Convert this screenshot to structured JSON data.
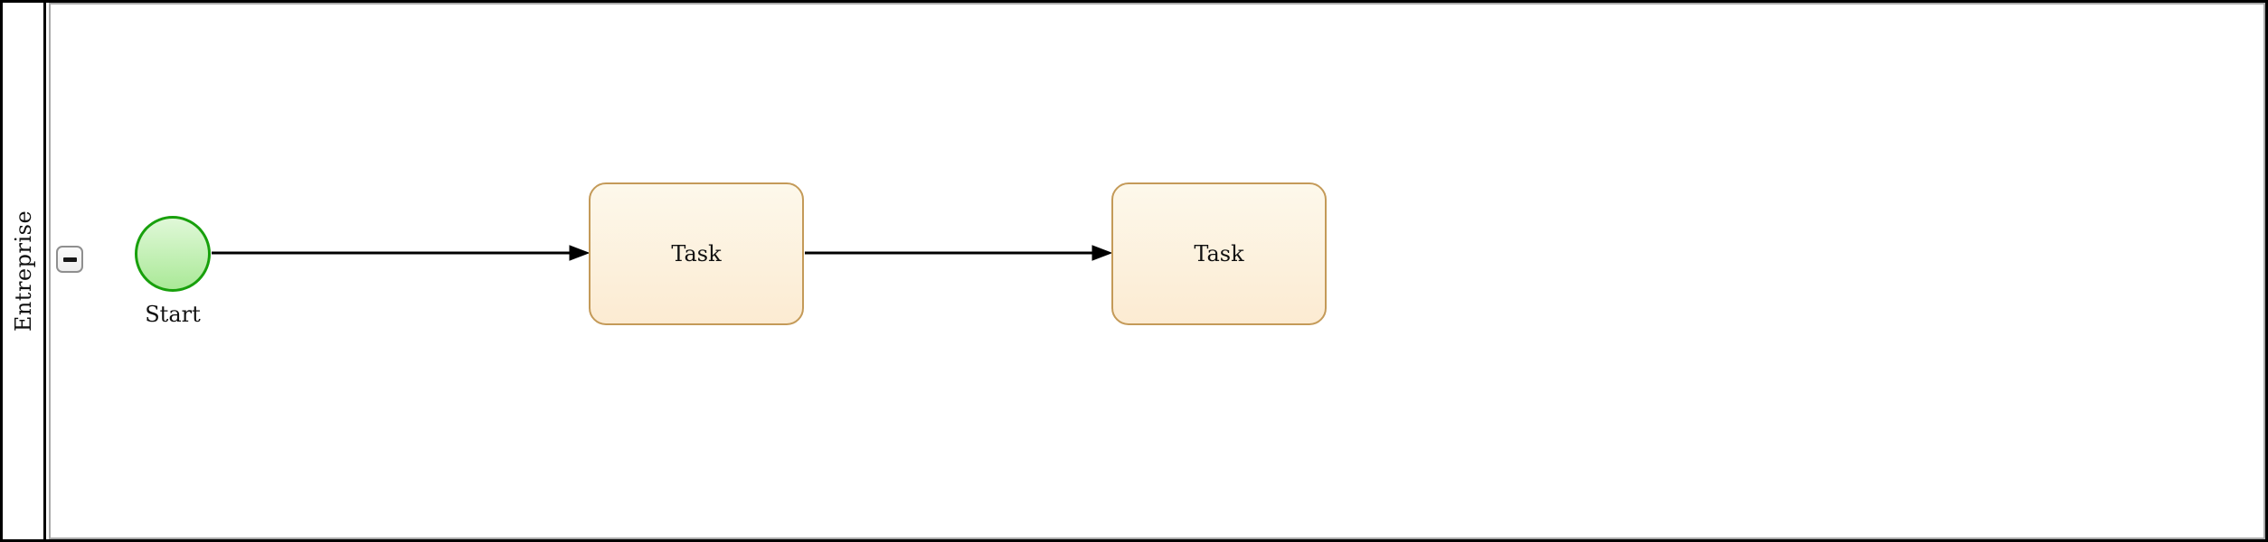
{
  "pool": {
    "label": "Entreprise"
  },
  "nodes": {
    "start": {
      "type": "start-event",
      "label": "Start"
    },
    "task1": {
      "type": "task",
      "label": "Task"
    },
    "task2": {
      "type": "task",
      "label": "Task"
    }
  },
  "flows": [
    {
      "from": "start",
      "to": "task1"
    },
    {
      "from": "task1",
      "to": "task2"
    }
  ],
  "colors": {
    "pool-border": "#000000",
    "lane-border": "#a9a9a9",
    "collapse-border": "#8f8f8f",
    "collapse-fill": "#ededed",
    "flow-color": "#000000",
    "start-border": "#18a00c",
    "start-fill-top": "#e0f8d8",
    "start-fill-bottom": "#aae997",
    "task-border": "#c49a58",
    "task-fill-top": "#fdf8eb",
    "task-fill-bottom": "#fcebd2"
  }
}
